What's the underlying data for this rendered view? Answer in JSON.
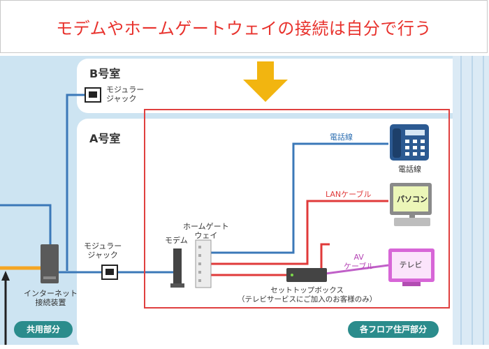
{
  "banner": {
    "title": "モデムやホームゲートウェイの接続は自分で行う"
  },
  "rooms": {
    "room_b": "B号室",
    "room_a": "A号室"
  },
  "devices": {
    "modular_jack_b": "モジュラー\nジャック",
    "modular_jack_a": "モジュラー\nジャック",
    "internet_device": "インターネット\n接続装置",
    "modem": "モデム",
    "home_gateway": "ホームゲート\nウェイ",
    "set_top_box": "セットトップボックス\n（テレビサービスにご加入のお客様のみ）",
    "phone": "電話線",
    "pc_screen": "パソコン",
    "tv_screen": "テレビ"
  },
  "cables": {
    "phone_line": "電話線",
    "lan_cable": "LANケーブル",
    "av_cable": "AV\nケーブル"
  },
  "areas": {
    "shared": "共用部分",
    "per_floor": "各フロア住戸部分"
  },
  "colors": {
    "title_red": "#e8322d",
    "phone_blue": "#3b78b8",
    "lan_red": "#e03a3a",
    "av_purple": "#c060c8",
    "frame_red": "#e0403f",
    "arrow_yellow": "#f2b510",
    "badge_teal": "#2b8c8c"
  }
}
